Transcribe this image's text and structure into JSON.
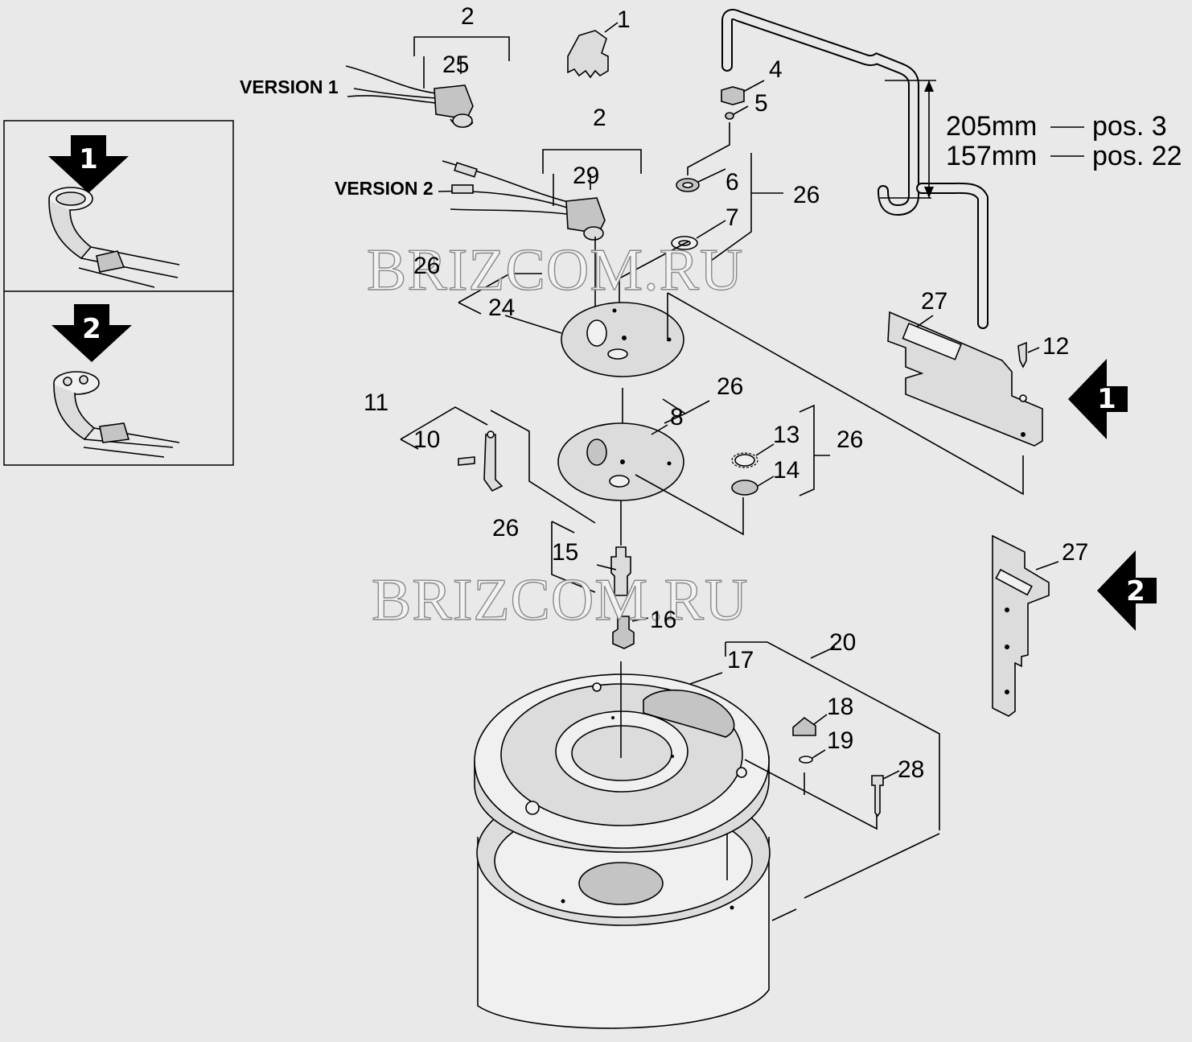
{
  "watermarks": [
    "BRIZCOM.RU",
    "BRIZCOM.RU"
  ],
  "versions": {
    "v1": "VERSION 1",
    "v2": "VERSION 2"
  },
  "dimensions": {
    "row1_len": "205mm",
    "row1_pos": "pos. 3",
    "row2_len": "157mm",
    "row2_pos": "pos. 22"
  },
  "badges": {
    "one": "1",
    "two": "2"
  },
  "callouts": {
    "c2a": "2",
    "c25": "25",
    "c1": "1",
    "c2b": "2",
    "c29": "29",
    "c4": "4",
    "c5": "5",
    "c6": "6",
    "c7": "7",
    "c26a": "26",
    "c26b": "26",
    "c24": "24",
    "c27a": "27",
    "c12": "12",
    "c11": "11",
    "c10": "10",
    "c26c": "26",
    "c8": "8",
    "c13": "13",
    "c26d": "26",
    "c14": "14",
    "c26e": "26",
    "c15": "15",
    "c16": "16",
    "c27b": "27",
    "c20": "20",
    "c17": "17",
    "c18": "18",
    "c19": "19",
    "c28": "28"
  },
  "colors": {
    "background": "#e9e9e9",
    "badge": "#000000",
    "line": "#000000"
  }
}
